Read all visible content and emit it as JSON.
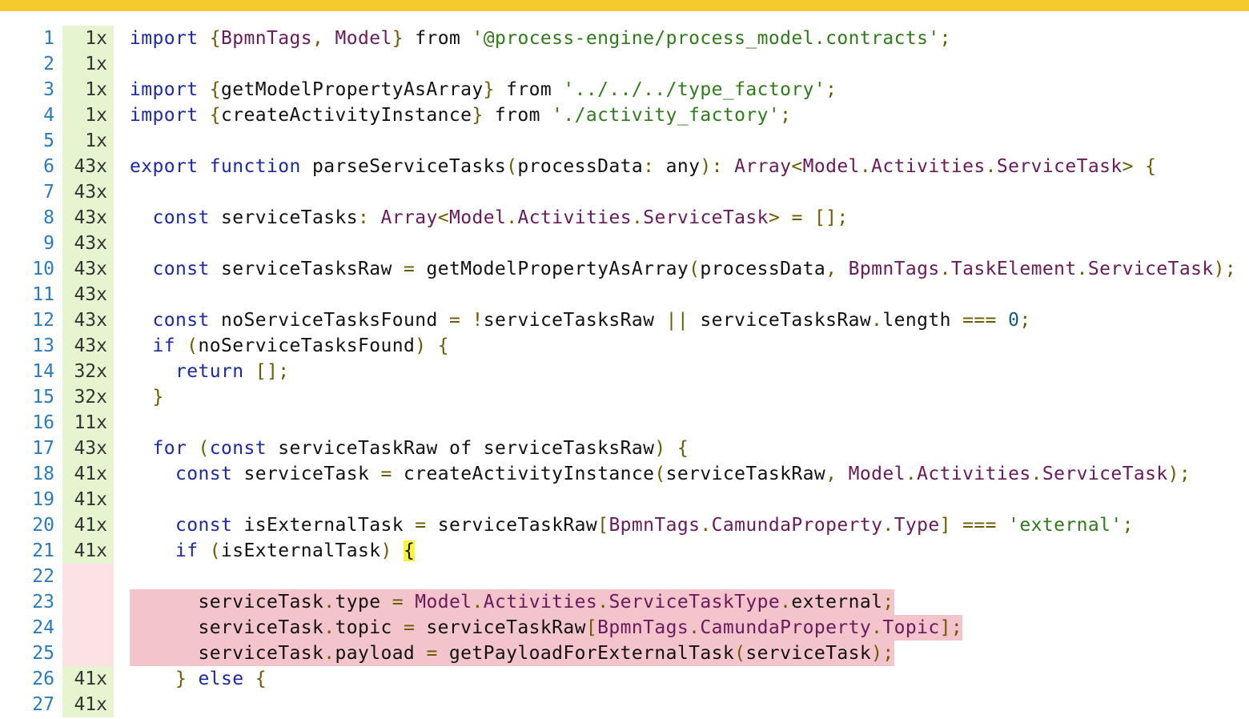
{
  "colors": {
    "top_bar": "#f6ca2c",
    "covered_count_bg": "#e6f5d0",
    "uncovered_count_bg": "#fce1e5",
    "uncovered_line_bg": "#f3c4cc",
    "branch_highlight": "#f8f336"
  },
  "lines": [
    {
      "n": "1",
      "count": "1x",
      "covered": true,
      "tokens": [
        {
          "t": "kw",
          "v": "import"
        },
        {
          "t": "",
          "v": " "
        },
        {
          "t": "pun",
          "v": "{"
        },
        {
          "t": "ty",
          "v": "BpmnTags"
        },
        {
          "t": "pun",
          "v": ","
        },
        {
          "t": "",
          "v": " "
        },
        {
          "t": "ty",
          "v": "Model"
        },
        {
          "t": "pun",
          "v": "}"
        },
        {
          "t": "",
          "v": " from "
        },
        {
          "t": "str",
          "v": "'@process-engine/process_model.contracts'"
        },
        {
          "t": "pun",
          "v": ";"
        }
      ]
    },
    {
      "n": "2",
      "count": "1x",
      "covered": true,
      "tokens": []
    },
    {
      "n": "3",
      "count": "1x",
      "covered": true,
      "tokens": [
        {
          "t": "kw",
          "v": "import"
        },
        {
          "t": "",
          "v": " "
        },
        {
          "t": "pun",
          "v": "{"
        },
        {
          "t": "",
          "v": "getModelPropertyAsArray"
        },
        {
          "t": "pun",
          "v": "}"
        },
        {
          "t": "",
          "v": " from "
        },
        {
          "t": "str",
          "v": "'../../../type_factory'"
        },
        {
          "t": "pun",
          "v": ";"
        }
      ]
    },
    {
      "n": "4",
      "count": "1x",
      "covered": true,
      "tokens": [
        {
          "t": "kw",
          "v": "import"
        },
        {
          "t": "",
          "v": " "
        },
        {
          "t": "pun",
          "v": "{"
        },
        {
          "t": "",
          "v": "createActivityInstance"
        },
        {
          "t": "pun",
          "v": "}"
        },
        {
          "t": "",
          "v": " from "
        },
        {
          "t": "str",
          "v": "'./activity_factory'"
        },
        {
          "t": "pun",
          "v": ";"
        }
      ]
    },
    {
      "n": "5",
      "count": "1x",
      "covered": true,
      "tokens": []
    },
    {
      "n": "6",
      "count": "43x",
      "covered": true,
      "tokens": [
        {
          "t": "kw",
          "v": "export"
        },
        {
          "t": "",
          "v": " "
        },
        {
          "t": "kw",
          "v": "function"
        },
        {
          "t": "",
          "v": " parseServiceTasks"
        },
        {
          "t": "pun",
          "v": "("
        },
        {
          "t": "",
          "v": "processData"
        },
        {
          "t": "pun",
          "v": ":"
        },
        {
          "t": "",
          "v": " any"
        },
        {
          "t": "pun",
          "v": "):"
        },
        {
          "t": "",
          "v": " "
        },
        {
          "t": "ty",
          "v": "Array"
        },
        {
          "t": "pun",
          "v": "<"
        },
        {
          "t": "ty",
          "v": "Model"
        },
        {
          "t": "pun",
          "v": "."
        },
        {
          "t": "ty",
          "v": "Activities"
        },
        {
          "t": "pun",
          "v": "."
        },
        {
          "t": "ty",
          "v": "ServiceTask"
        },
        {
          "t": "pun",
          "v": ">"
        },
        {
          "t": "",
          "v": " "
        },
        {
          "t": "pun",
          "v": "{"
        }
      ]
    },
    {
      "n": "7",
      "count": "43x",
      "covered": true,
      "tokens": []
    },
    {
      "n": "8",
      "count": "43x",
      "covered": true,
      "tokens": [
        {
          "t": "",
          "v": "  "
        },
        {
          "t": "kw",
          "v": "const"
        },
        {
          "t": "",
          "v": " serviceTasks"
        },
        {
          "t": "pun",
          "v": ":"
        },
        {
          "t": "",
          "v": " "
        },
        {
          "t": "ty",
          "v": "Array"
        },
        {
          "t": "pun",
          "v": "<"
        },
        {
          "t": "ty",
          "v": "Model"
        },
        {
          "t": "pun",
          "v": "."
        },
        {
          "t": "ty",
          "v": "Activities"
        },
        {
          "t": "pun",
          "v": "."
        },
        {
          "t": "ty",
          "v": "ServiceTask"
        },
        {
          "t": "pun",
          "v": ">"
        },
        {
          "t": "",
          "v": " "
        },
        {
          "t": "pun",
          "v": "="
        },
        {
          "t": "",
          "v": " "
        },
        {
          "t": "pun",
          "v": "[];"
        }
      ]
    },
    {
      "n": "9",
      "count": "43x",
      "covered": true,
      "tokens": []
    },
    {
      "n": "10",
      "count": "43x",
      "covered": true,
      "tokens": [
        {
          "t": "",
          "v": "  "
        },
        {
          "t": "kw",
          "v": "const"
        },
        {
          "t": "",
          "v": " serviceTasksRaw "
        },
        {
          "t": "pun",
          "v": "="
        },
        {
          "t": "",
          "v": " getModelPropertyAsArray"
        },
        {
          "t": "pun",
          "v": "("
        },
        {
          "t": "",
          "v": "processData"
        },
        {
          "t": "pun",
          "v": ","
        },
        {
          "t": "",
          "v": " "
        },
        {
          "t": "ty",
          "v": "BpmnTags"
        },
        {
          "t": "pun",
          "v": "."
        },
        {
          "t": "ty",
          "v": "TaskElement"
        },
        {
          "t": "pun",
          "v": "."
        },
        {
          "t": "ty",
          "v": "ServiceTask"
        },
        {
          "t": "pun",
          "v": ");"
        }
      ]
    },
    {
      "n": "11",
      "count": "43x",
      "covered": true,
      "tokens": []
    },
    {
      "n": "12",
      "count": "43x",
      "covered": true,
      "tokens": [
        {
          "t": "",
          "v": "  "
        },
        {
          "t": "kw",
          "v": "const"
        },
        {
          "t": "",
          "v": " noServiceTasksFound "
        },
        {
          "t": "pun",
          "v": "="
        },
        {
          "t": "",
          "v": " "
        },
        {
          "t": "pun",
          "v": "!"
        },
        {
          "t": "",
          "v": "serviceTasksRaw "
        },
        {
          "t": "pun",
          "v": "||"
        },
        {
          "t": "",
          "v": " serviceTasksRaw"
        },
        {
          "t": "pun",
          "v": "."
        },
        {
          "t": "",
          "v": "length "
        },
        {
          "t": "pun",
          "v": "==="
        },
        {
          "t": "",
          "v": " "
        },
        {
          "t": "num",
          "v": "0"
        },
        {
          "t": "pun",
          "v": ";"
        }
      ]
    },
    {
      "n": "13",
      "count": "43x",
      "covered": true,
      "tokens": [
        {
          "t": "",
          "v": "  "
        },
        {
          "t": "kw",
          "v": "if"
        },
        {
          "t": "",
          "v": " "
        },
        {
          "t": "pun",
          "v": "("
        },
        {
          "t": "",
          "v": "noServiceTasksFound"
        },
        {
          "t": "pun",
          "v": ")"
        },
        {
          "t": "",
          "v": " "
        },
        {
          "t": "pun",
          "v": "{"
        }
      ]
    },
    {
      "n": "14",
      "count": "32x",
      "covered": true,
      "tokens": [
        {
          "t": "",
          "v": "    "
        },
        {
          "t": "kw",
          "v": "return"
        },
        {
          "t": "",
          "v": " "
        },
        {
          "t": "pun",
          "v": "[];"
        }
      ]
    },
    {
      "n": "15",
      "count": "32x",
      "covered": true,
      "tokens": [
        {
          "t": "",
          "v": "  "
        },
        {
          "t": "pun",
          "v": "}"
        }
      ]
    },
    {
      "n": "16",
      "count": "11x",
      "covered": true,
      "tokens": []
    },
    {
      "n": "17",
      "count": "43x",
      "covered": true,
      "tokens": [
        {
          "t": "",
          "v": "  "
        },
        {
          "t": "kw",
          "v": "for"
        },
        {
          "t": "",
          "v": " "
        },
        {
          "t": "pun",
          "v": "("
        },
        {
          "t": "kw",
          "v": "const"
        },
        {
          "t": "",
          "v": " serviceTaskRaw of serviceTasksRaw"
        },
        {
          "t": "pun",
          "v": ")"
        },
        {
          "t": "",
          "v": " "
        },
        {
          "t": "pun",
          "v": "{"
        }
      ]
    },
    {
      "n": "18",
      "count": "41x",
      "covered": true,
      "tokens": [
        {
          "t": "",
          "v": "    "
        },
        {
          "t": "kw",
          "v": "const"
        },
        {
          "t": "",
          "v": " serviceTask "
        },
        {
          "t": "pun",
          "v": "="
        },
        {
          "t": "",
          "v": " createActivityInstance"
        },
        {
          "t": "pun",
          "v": "("
        },
        {
          "t": "",
          "v": "serviceTaskRaw"
        },
        {
          "t": "pun",
          "v": ","
        },
        {
          "t": "",
          "v": " "
        },
        {
          "t": "ty",
          "v": "Model"
        },
        {
          "t": "pun",
          "v": "."
        },
        {
          "t": "ty",
          "v": "Activities"
        },
        {
          "t": "pun",
          "v": "."
        },
        {
          "t": "ty",
          "v": "ServiceTask"
        },
        {
          "t": "pun",
          "v": ");"
        }
      ]
    },
    {
      "n": "19",
      "count": "41x",
      "covered": true,
      "tokens": []
    },
    {
      "n": "20",
      "count": "41x",
      "covered": true,
      "tokens": [
        {
          "t": "",
          "v": "    "
        },
        {
          "t": "kw",
          "v": "const"
        },
        {
          "t": "",
          "v": " isExternalTask "
        },
        {
          "t": "pun",
          "v": "="
        },
        {
          "t": "",
          "v": " serviceTaskRaw"
        },
        {
          "t": "pun",
          "v": "["
        },
        {
          "t": "ty",
          "v": "BpmnTags"
        },
        {
          "t": "pun",
          "v": "."
        },
        {
          "t": "ty",
          "v": "CamundaProperty"
        },
        {
          "t": "pun",
          "v": "."
        },
        {
          "t": "ty",
          "v": "Type"
        },
        {
          "t": "pun",
          "v": "]"
        },
        {
          "t": "",
          "v": " "
        },
        {
          "t": "pun",
          "v": "==="
        },
        {
          "t": "",
          "v": " "
        },
        {
          "t": "str",
          "v": "'external'"
        },
        {
          "t": "pun",
          "v": ";"
        }
      ]
    },
    {
      "n": "21",
      "count": "41x",
      "covered": true,
      "tokens": [
        {
          "t": "",
          "v": "    "
        },
        {
          "t": "kw",
          "v": "if"
        },
        {
          "t": "",
          "v": " "
        },
        {
          "t": "pun",
          "v": "("
        },
        {
          "t": "",
          "v": "isExternalTask"
        },
        {
          "t": "pun",
          "v": ")"
        },
        {
          "t": "",
          "v": " "
        },
        {
          "t": "hl",
          "v": "{"
        }
      ]
    },
    {
      "n": "22",
      "count": "",
      "covered": false,
      "tokens": []
    },
    {
      "n": "23",
      "count": "",
      "covered": false,
      "miss": true,
      "tokens": [
        {
          "t": "",
          "v": "      serviceTask"
        },
        {
          "t": "pun",
          "v": "."
        },
        {
          "t": "",
          "v": "type "
        },
        {
          "t": "pun",
          "v": "="
        },
        {
          "t": "",
          "v": " "
        },
        {
          "t": "ty",
          "v": "Model"
        },
        {
          "t": "pun",
          "v": "."
        },
        {
          "t": "ty",
          "v": "Activities"
        },
        {
          "t": "pun",
          "v": "."
        },
        {
          "t": "ty",
          "v": "ServiceTaskType"
        },
        {
          "t": "pun",
          "v": "."
        },
        {
          "t": "",
          "v": "external"
        },
        {
          "t": "pun",
          "v": ";"
        }
      ]
    },
    {
      "n": "24",
      "count": "",
      "covered": false,
      "miss": true,
      "tokens": [
        {
          "t": "",
          "v": "      serviceTask"
        },
        {
          "t": "pun",
          "v": "."
        },
        {
          "t": "",
          "v": "topic "
        },
        {
          "t": "pun",
          "v": "="
        },
        {
          "t": "",
          "v": " serviceTaskRaw"
        },
        {
          "t": "pun",
          "v": "["
        },
        {
          "t": "ty",
          "v": "BpmnTags"
        },
        {
          "t": "pun",
          "v": "."
        },
        {
          "t": "ty",
          "v": "CamundaProperty"
        },
        {
          "t": "pun",
          "v": "."
        },
        {
          "t": "ty",
          "v": "Topic"
        },
        {
          "t": "pun",
          "v": "];"
        }
      ]
    },
    {
      "n": "25",
      "count": "",
      "covered": false,
      "miss": true,
      "tokens": [
        {
          "t": "",
          "v": "      serviceTask"
        },
        {
          "t": "pun",
          "v": "."
        },
        {
          "t": "",
          "v": "payload "
        },
        {
          "t": "pun",
          "v": "="
        },
        {
          "t": "",
          "v": " getPayloadForExternalTask"
        },
        {
          "t": "pun",
          "v": "("
        },
        {
          "t": "",
          "v": "serviceTask"
        },
        {
          "t": "pun",
          "v": ");"
        }
      ]
    },
    {
      "n": "26",
      "count": "41x",
      "covered": true,
      "tokens": [
        {
          "t": "",
          "v": "    "
        },
        {
          "t": "pun",
          "v": "}"
        },
        {
          "t": "",
          "v": " "
        },
        {
          "t": "kw",
          "v": "else"
        },
        {
          "t": "",
          "v": " "
        },
        {
          "t": "pun",
          "v": "{"
        }
      ]
    },
    {
      "n": "27",
      "count": "41x",
      "covered": true,
      "tokens": []
    }
  ]
}
